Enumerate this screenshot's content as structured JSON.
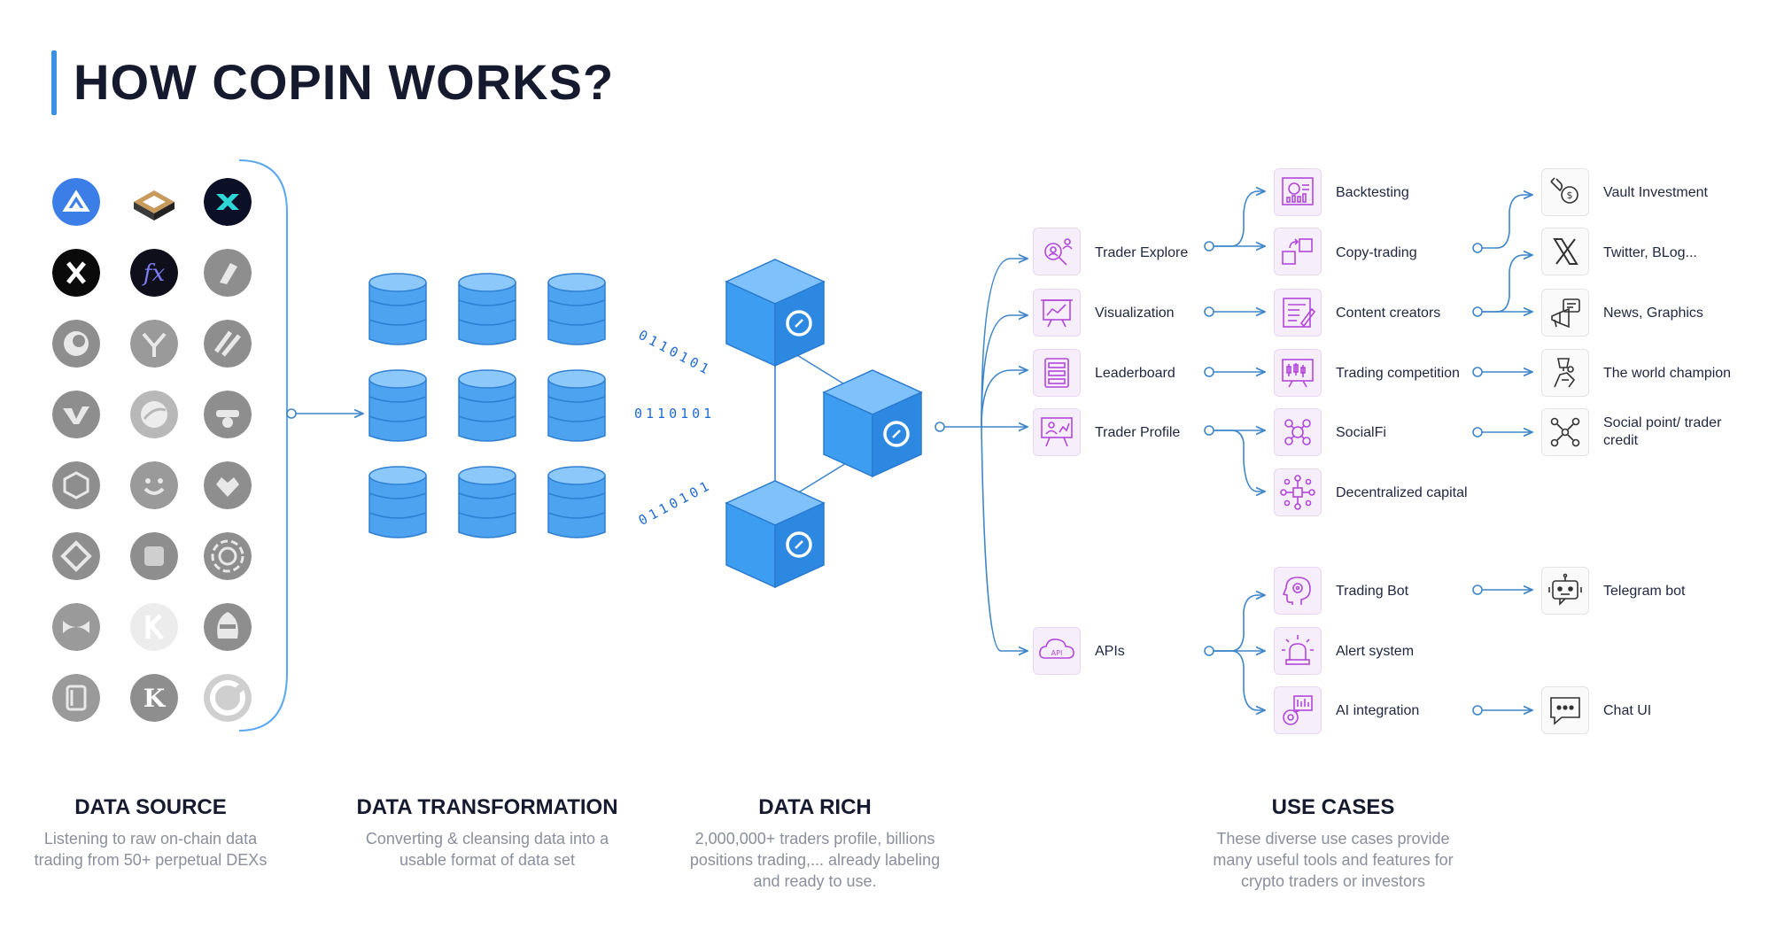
{
  "title": "HOW COPIN WORKS?",
  "binary": [
    "0110101",
    "0110101",
    "0110101"
  ],
  "main_nodes": [
    {
      "label": "Trader Explore",
      "icon": "trader-explore-icon"
    },
    {
      "label": "Visualization",
      "icon": "visualization-icon"
    },
    {
      "label": "Leaderboard",
      "icon": "leaderboard-icon"
    },
    {
      "label": "Trader Profile",
      "icon": "trader-profile-icon"
    },
    {
      "label": "APIs",
      "icon": "api-icon"
    }
  ],
  "use_cases_level1": [
    {
      "label": "Backtesting",
      "icon": "backtesting-icon"
    },
    {
      "label": "Copy-trading",
      "icon": "copy-trading-icon"
    },
    {
      "label": "Content creators",
      "icon": "content-creators-icon"
    },
    {
      "label": "Trading competition",
      "icon": "trading-competition-icon"
    },
    {
      "label": "SocialFi",
      "icon": "socialfi-icon"
    },
    {
      "label": "Decentralized capital",
      "icon": "decentralized-capital-icon"
    },
    {
      "label": "Trading Bot",
      "icon": "trading-bot-icon"
    },
    {
      "label": "Alert system",
      "icon": "alert-icon"
    },
    {
      "label": "AI integration",
      "icon": "ai-integration-icon"
    }
  ],
  "use_cases_level2": [
    {
      "label": "Vault Investment",
      "icon": "vault-icon"
    },
    {
      "label": "Twitter, BLog...",
      "icon": "x-logo-icon"
    },
    {
      "label": "News, Graphics",
      "icon": "megaphone-icon"
    },
    {
      "label": "The world champion",
      "icon": "champion-icon"
    },
    {
      "label": "Social point/ trader credit",
      "icon": "network-icon"
    },
    {
      "label": "Telegram bot",
      "icon": "bot-icon"
    },
    {
      "label": "Chat UI",
      "icon": "chat-icon"
    }
  ],
  "sections": [
    {
      "title": "DATA SOURCE",
      "description": "Listening to raw on-chain data trading from 50+ perpetual DEXs"
    },
    {
      "title": "DATA TRANSFORMATION",
      "description": "Converting & cleansing data into a usable format of data set"
    },
    {
      "title": "DATA RICH",
      "description": "2,000,000+ traders profile, billions positions trading,... already labeling and ready to use."
    },
    {
      "title": "USE CASES",
      "description": "These diverse use cases provide many useful tools and features for crypto traders or investors"
    }
  ],
  "colors": {
    "accent": "#3d8fe0",
    "database": "#5aa8f0",
    "cube": "#3d9df0",
    "node_bg": "#f6eefb",
    "node_icon": "#b347d8",
    "wire": "#3f86c9"
  }
}
